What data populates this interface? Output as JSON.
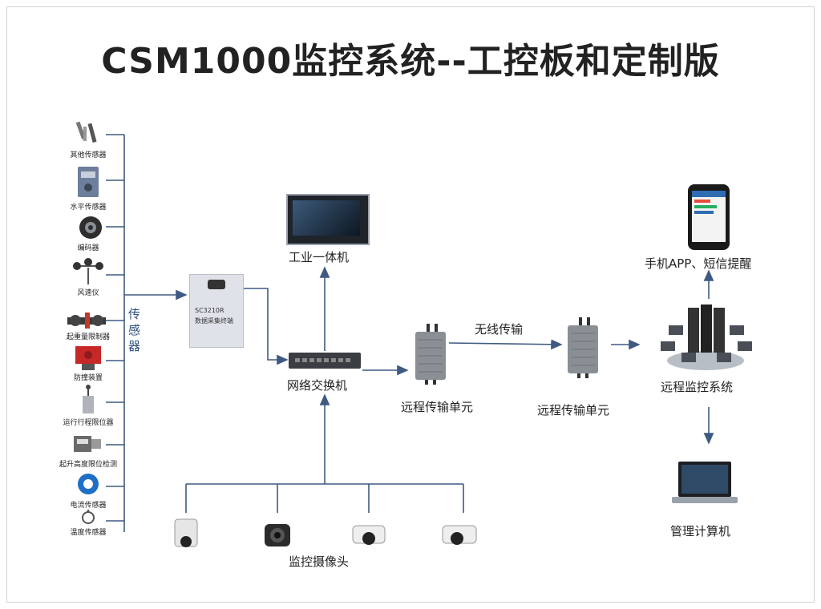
{
  "title": "CSM1000监控系统--工控板和定制版",
  "sensors": [
    {
      "label": "其他传感器",
      "icon": "probe-sensor-icon"
    },
    {
      "label": "水平传感器",
      "icon": "level-sensor-icon"
    },
    {
      "label": "编码器",
      "icon": "encoder-icon"
    },
    {
      "label": "风速仪",
      "icon": "anemometer-icon"
    },
    {
      "label": "起重量限制器",
      "icon": "load-limiter-icon"
    },
    {
      "label": "防撞装置",
      "icon": "anti-collision-icon"
    },
    {
      "label": "运行行程限位器",
      "icon": "travel-limit-switch-icon"
    },
    {
      "label": "起升高度限位检测",
      "icon": "hoist-height-limit-icon"
    },
    {
      "label": "电流传感器",
      "icon": "current-sensor-icon"
    },
    {
      "label": "温度传感器",
      "icon": "temperature-sensor-icon"
    }
  ],
  "sensor_group_label": "传感器",
  "collector": {
    "line1": "SC3210R",
    "line2": "数据采集终端"
  },
  "nodes": {
    "industrial_pc": "工业一体机",
    "switch": "网络交换机",
    "remote_unit_1": "远程传输单元",
    "wireless": "无线传输",
    "remote_unit_2": "远程传输单元",
    "mobile_app": "手机APP、短信提醒",
    "remote_monitor": "远程监控系统",
    "management_pc": "管理计算机",
    "cameras": "监控摄像头"
  },
  "colors": {
    "wire": "#3f5a82",
    "device_dark": "#2a2a2a",
    "device_gray": "#8a8f96"
  }
}
